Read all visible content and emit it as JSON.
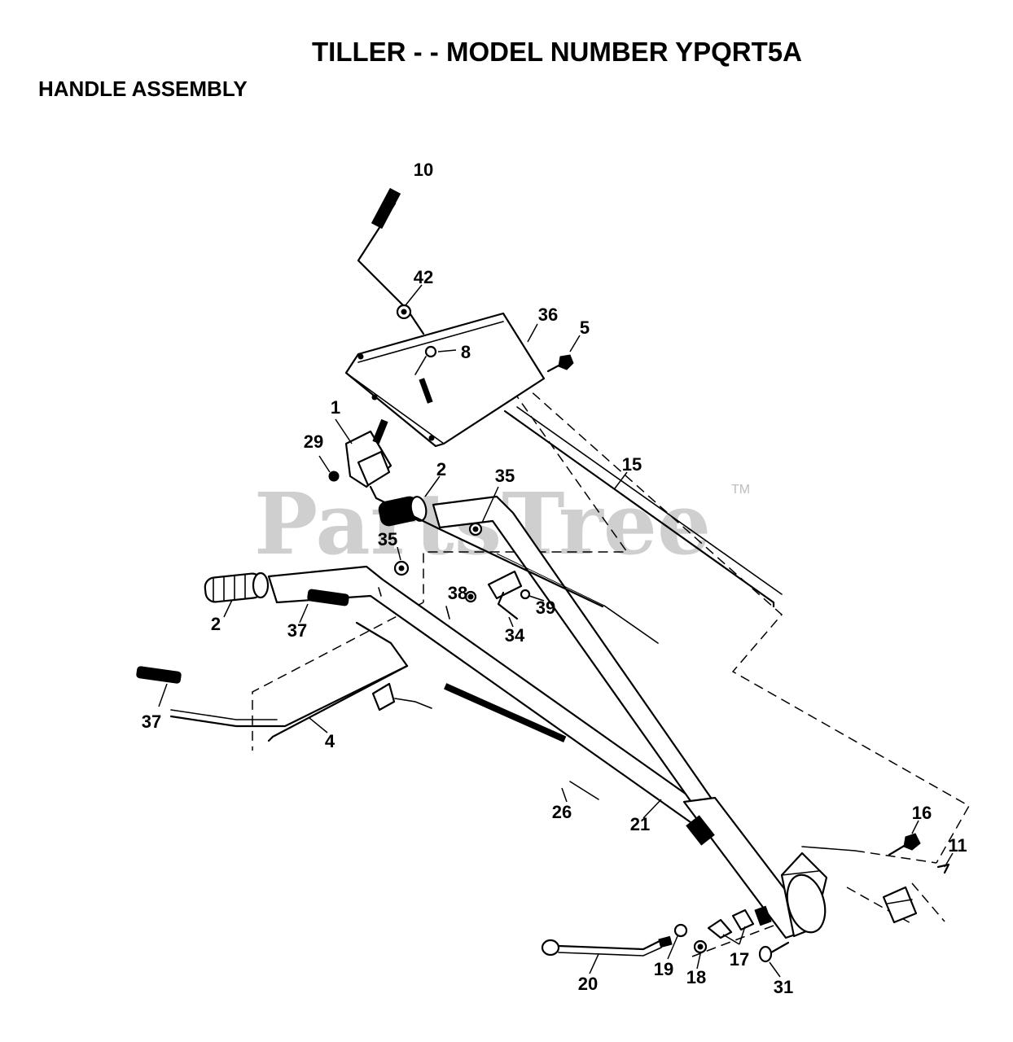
{
  "title": "TILLER - - MODEL NUMBER YPQRT5A",
  "subtitle": "HANDLE ASSEMBLY",
  "watermark": {
    "text": "PartsTree",
    "tm": "TM"
  },
  "callouts": [
    {
      "id": "c10",
      "label": "10"
    },
    {
      "id": "c42",
      "label": "42"
    },
    {
      "id": "c36",
      "label": "36"
    },
    {
      "id": "c5",
      "label": "5"
    },
    {
      "id": "c8",
      "label": "8"
    },
    {
      "id": "c1",
      "label": "1"
    },
    {
      "id": "c29",
      "label": "29"
    },
    {
      "id": "c15",
      "label": "15"
    },
    {
      "id": "c2a",
      "label": "2"
    },
    {
      "id": "c35a",
      "label": "35"
    },
    {
      "id": "c35b",
      "label": "35"
    },
    {
      "id": "c38",
      "label": "38"
    },
    {
      "id": "c39",
      "label": "39"
    },
    {
      "id": "c34",
      "label": "34"
    },
    {
      "id": "c2b",
      "label": "2"
    },
    {
      "id": "c37a",
      "label": "37"
    },
    {
      "id": "c37b",
      "label": "37"
    },
    {
      "id": "c4",
      "label": "4"
    },
    {
      "id": "c26",
      "label": "26"
    },
    {
      "id": "c21",
      "label": "21"
    },
    {
      "id": "c16",
      "label": "16"
    },
    {
      "id": "c11",
      "label": "11"
    },
    {
      "id": "c17",
      "label": "17"
    },
    {
      "id": "c19",
      "label": "19"
    },
    {
      "id": "c18",
      "label": "18"
    },
    {
      "id": "c20",
      "label": "20"
    },
    {
      "id": "c31",
      "label": "31"
    }
  ]
}
